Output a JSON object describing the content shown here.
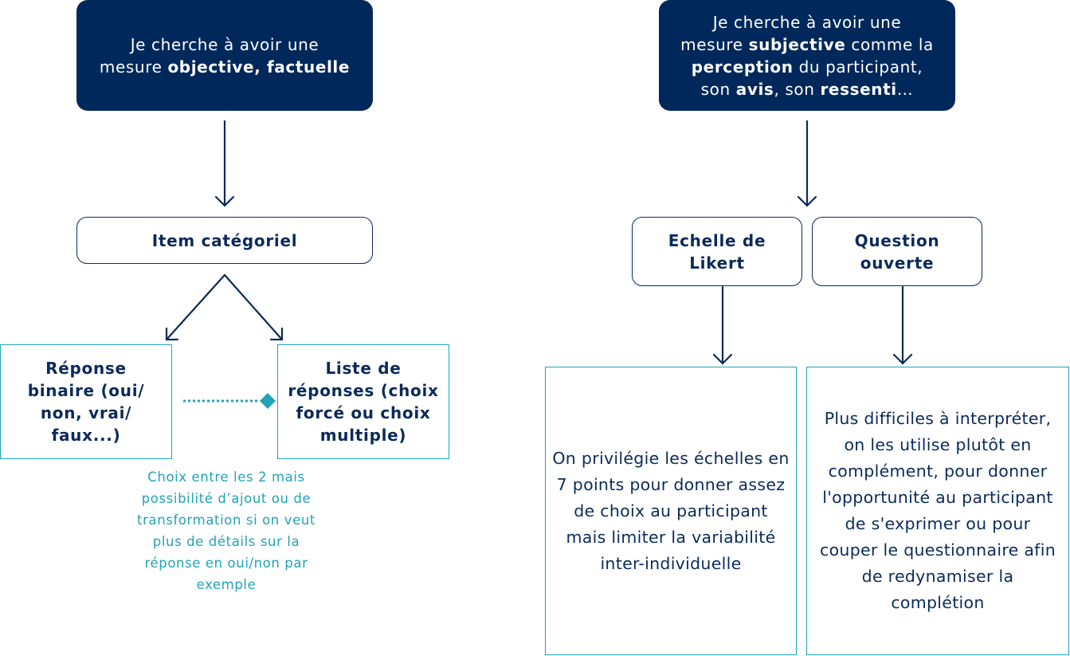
{
  "left": {
    "top_box": {
      "line1": "Je cherche à avoir une",
      "line2_prefix": "mesure ",
      "line2_bold": "objective, factuelle"
    },
    "item_box": "Item catégoriel",
    "binary_box": "Réponse binaire (oui/ non, vrai/ faux...)",
    "list_box": "Liste de réponses (choix forcé ou choix multiple)",
    "note": "Choix entre les 2 mais possibilité d’ajout ou de transformation si on veut plus de détails sur la réponse en oui/non par exemple"
  },
  "right": {
    "top_box": {
      "line1": "Je cherche à avoir une",
      "line2_prefix": "mesure ",
      "line2_bold": "subjective",
      "line2_suffix": " comme la",
      "line3_bold": "perception",
      "line3_suffix": " du participant,",
      "line4_prefix": "son ",
      "line4_bold1": "avis",
      "line4_mid": ", son ",
      "line4_bold2": "ressenti",
      "line4_suffix": "…"
    },
    "likert_box": "Echelle de Likert",
    "open_box": "Question ouverte",
    "likert_desc": "On privilégie les échelles en 7 points pour donner assez de choix au participant mais limiter la variabilité inter-individuelle",
    "open_desc": "Plus difficiles à interpréter, on les utilise plutôt en complément, pour donner l'opportunité au participant de s'exprimer ou pour couper le questionnaire afin de redynamiser la complétion"
  },
  "colors": {
    "navy": "#00285a",
    "teal": "#21a3b8",
    "text": "#0b2a5a"
  }
}
